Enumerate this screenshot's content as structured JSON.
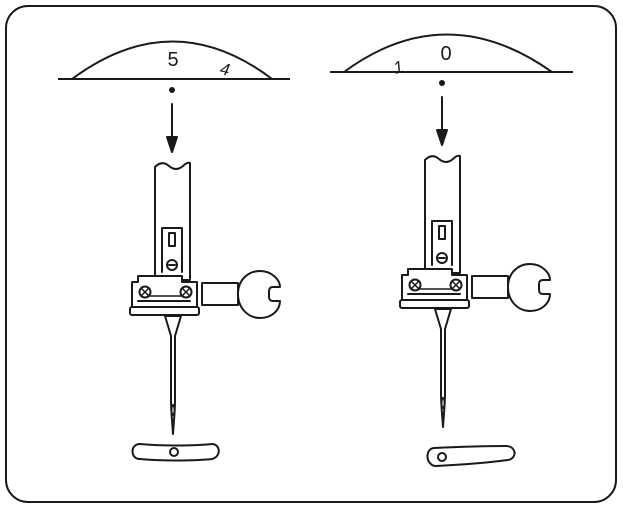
{
  "panels": [
    {
      "id": "left",
      "dial": {
        "main_label": "5",
        "side_label": "4"
      }
    },
    {
      "id": "right",
      "dial": {
        "main_label": "0",
        "side_label": "1"
      }
    }
  ],
  "colors": {
    "stroke": "#1a1a1a",
    "background": "#ffffff"
  },
  "icons": [
    "arrow-down-icon",
    "screw-icon",
    "needle-icon",
    "thumb-screw-icon",
    "presser-foot-icon"
  ]
}
